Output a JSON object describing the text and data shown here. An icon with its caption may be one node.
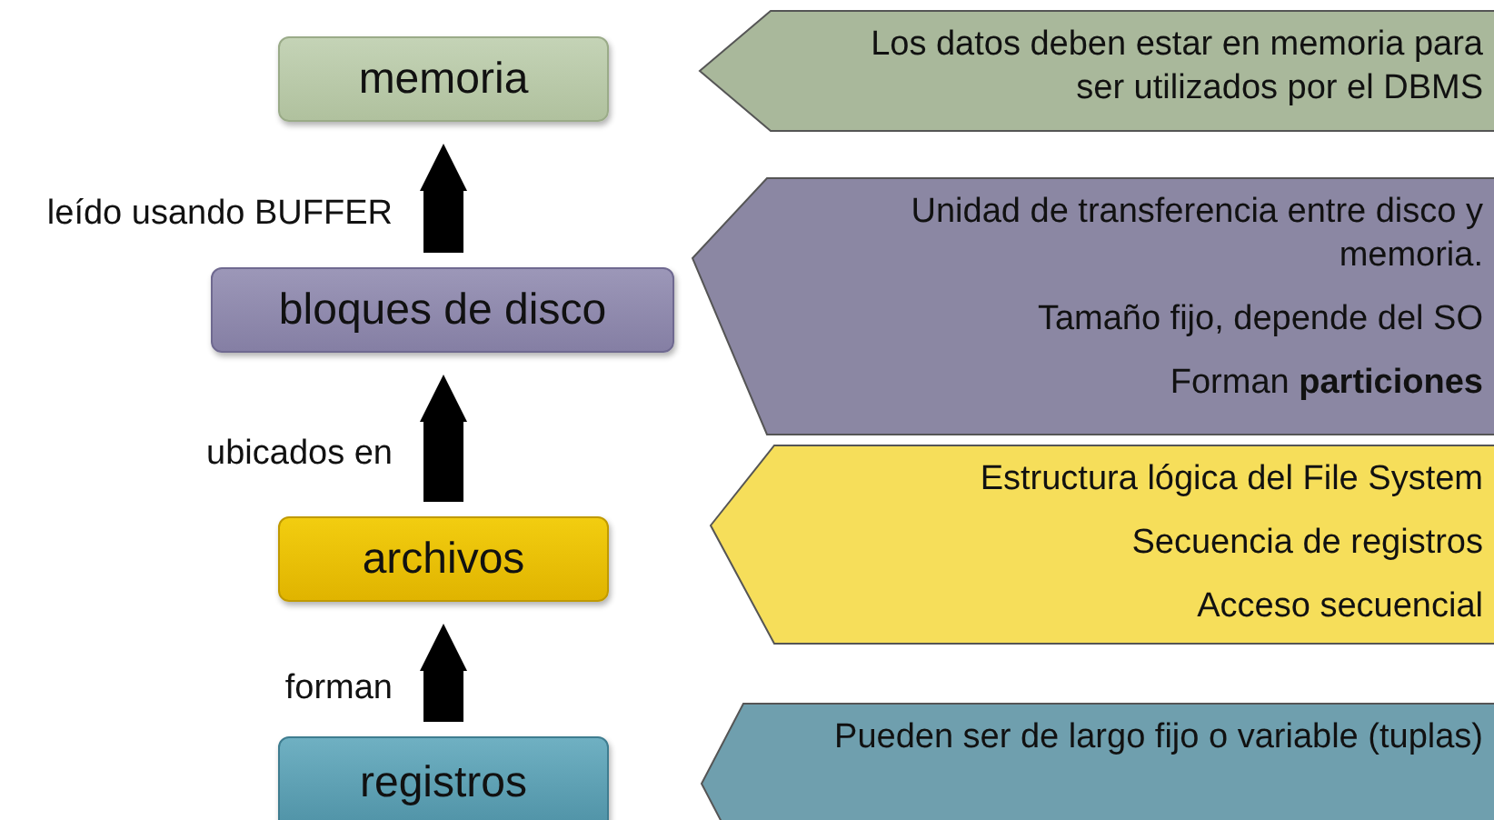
{
  "diagram": {
    "nodes": [
      {
        "text": [
          "memoria"
        ]
      },
      {
        "text": [
          "bloques de disco"
        ]
      },
      {
        "text": [
          "archivos"
        ]
      },
      {
        "text": [
          "registros"
        ]
      },
      {
        "text": [
          "Los datos deben estar en memoria para ser utilizados por el DBMS"
        ]
      },
      {
        "text": [
          "Unidad de transferencia entre disco y memoria.",
          "Tamaño fijo, depende del SO",
          "Forman **particiones**"
        ]
      },
      {
        "text": [
          "Estructura lógica del File System",
          "Secuencia de registros",
          "Acceso secuencial"
        ]
      },
      {
        "text": [
          "Pueden ser de largo fijo o variable (tuplas)"
        ]
      }
    ],
    "edges": [
      {
        "from": 1,
        "to": 0,
        "arrow": "to",
        "label": "leído usando BUFFER"
      },
      {
        "from": 2,
        "to": 1,
        "arrow": "to",
        "label": "ubicados en"
      },
      {
        "from": 3,
        "to": 2,
        "arrow": "to",
        "label": "forman"
      }
    ]
  }
}
